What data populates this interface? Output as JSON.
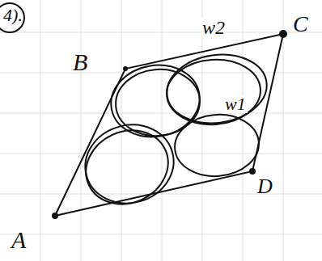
{
  "diagram": {
    "labels": [
      "4).",
      "B",
      "w2",
      "C",
      "w1",
      "D",
      "A"
    ]
  }
}
